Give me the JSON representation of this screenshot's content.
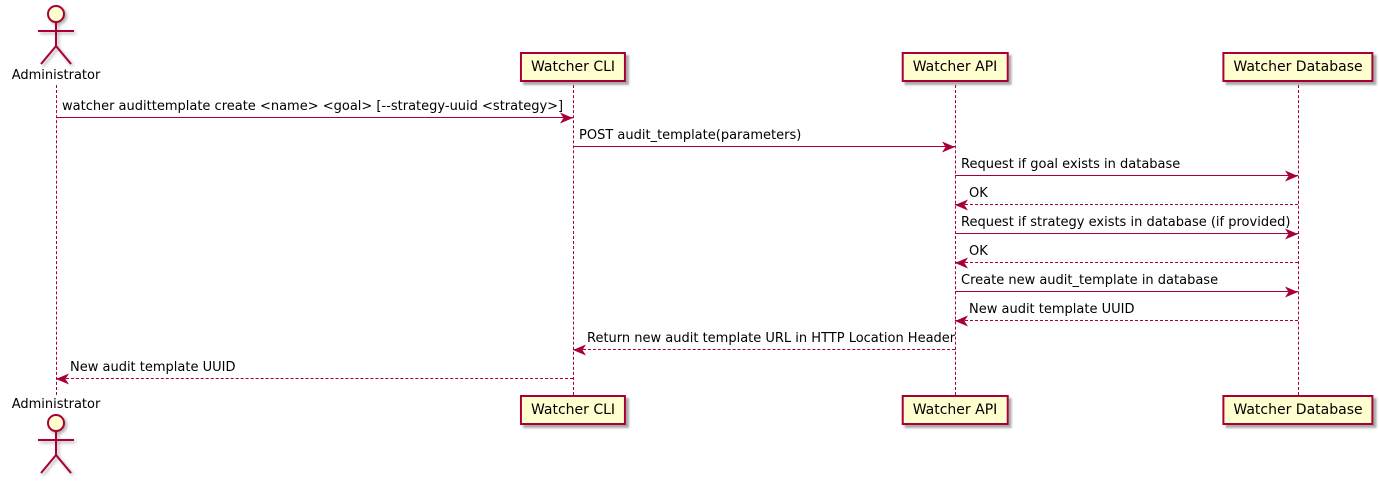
{
  "diagram": {
    "type": "sequence-diagram",
    "colors": {
      "background": "#ffffff",
      "line": "#A80036",
      "participant_fill": "#FEFECE",
      "text": "#000000"
    },
    "participants": [
      {
        "id": "administrator",
        "label": "Administrator",
        "type": "actor"
      },
      {
        "id": "watcher-cli",
        "label": "Watcher CLI",
        "type": "box"
      },
      {
        "id": "watcher-api",
        "label": "Watcher API",
        "type": "box"
      },
      {
        "id": "watcher-database",
        "label": "Watcher Database",
        "type": "box"
      }
    ],
    "messages": [
      {
        "from": "administrator",
        "to": "watcher-cli",
        "style": "solid",
        "label": "watcher audittemplate create <name> <goal> [--strategy-uuid <strategy>]"
      },
      {
        "from": "watcher-cli",
        "to": "watcher-api",
        "style": "solid",
        "label": "POST audit_template(parameters)"
      },
      {
        "from": "watcher-api",
        "to": "watcher-database",
        "style": "solid",
        "label": "Request if goal exists in database"
      },
      {
        "from": "watcher-database",
        "to": "watcher-api",
        "style": "dashed",
        "label": "OK"
      },
      {
        "from": "watcher-api",
        "to": "watcher-database",
        "style": "solid",
        "label": "Request if strategy exists in database (if provided)"
      },
      {
        "from": "watcher-database",
        "to": "watcher-api",
        "style": "dashed",
        "label": "OK"
      },
      {
        "from": "watcher-api",
        "to": "watcher-database",
        "style": "solid",
        "label": "Create new audit_template in database"
      },
      {
        "from": "watcher-database",
        "to": "watcher-api",
        "style": "dashed",
        "label": "New audit template UUID"
      },
      {
        "from": "watcher-api",
        "to": "watcher-cli",
        "style": "dashed",
        "label": "Return new audit template URL in HTTP Location Header"
      },
      {
        "from": "watcher-cli",
        "to": "administrator",
        "style": "dashed",
        "label": "New audit template UUID"
      }
    ]
  }
}
